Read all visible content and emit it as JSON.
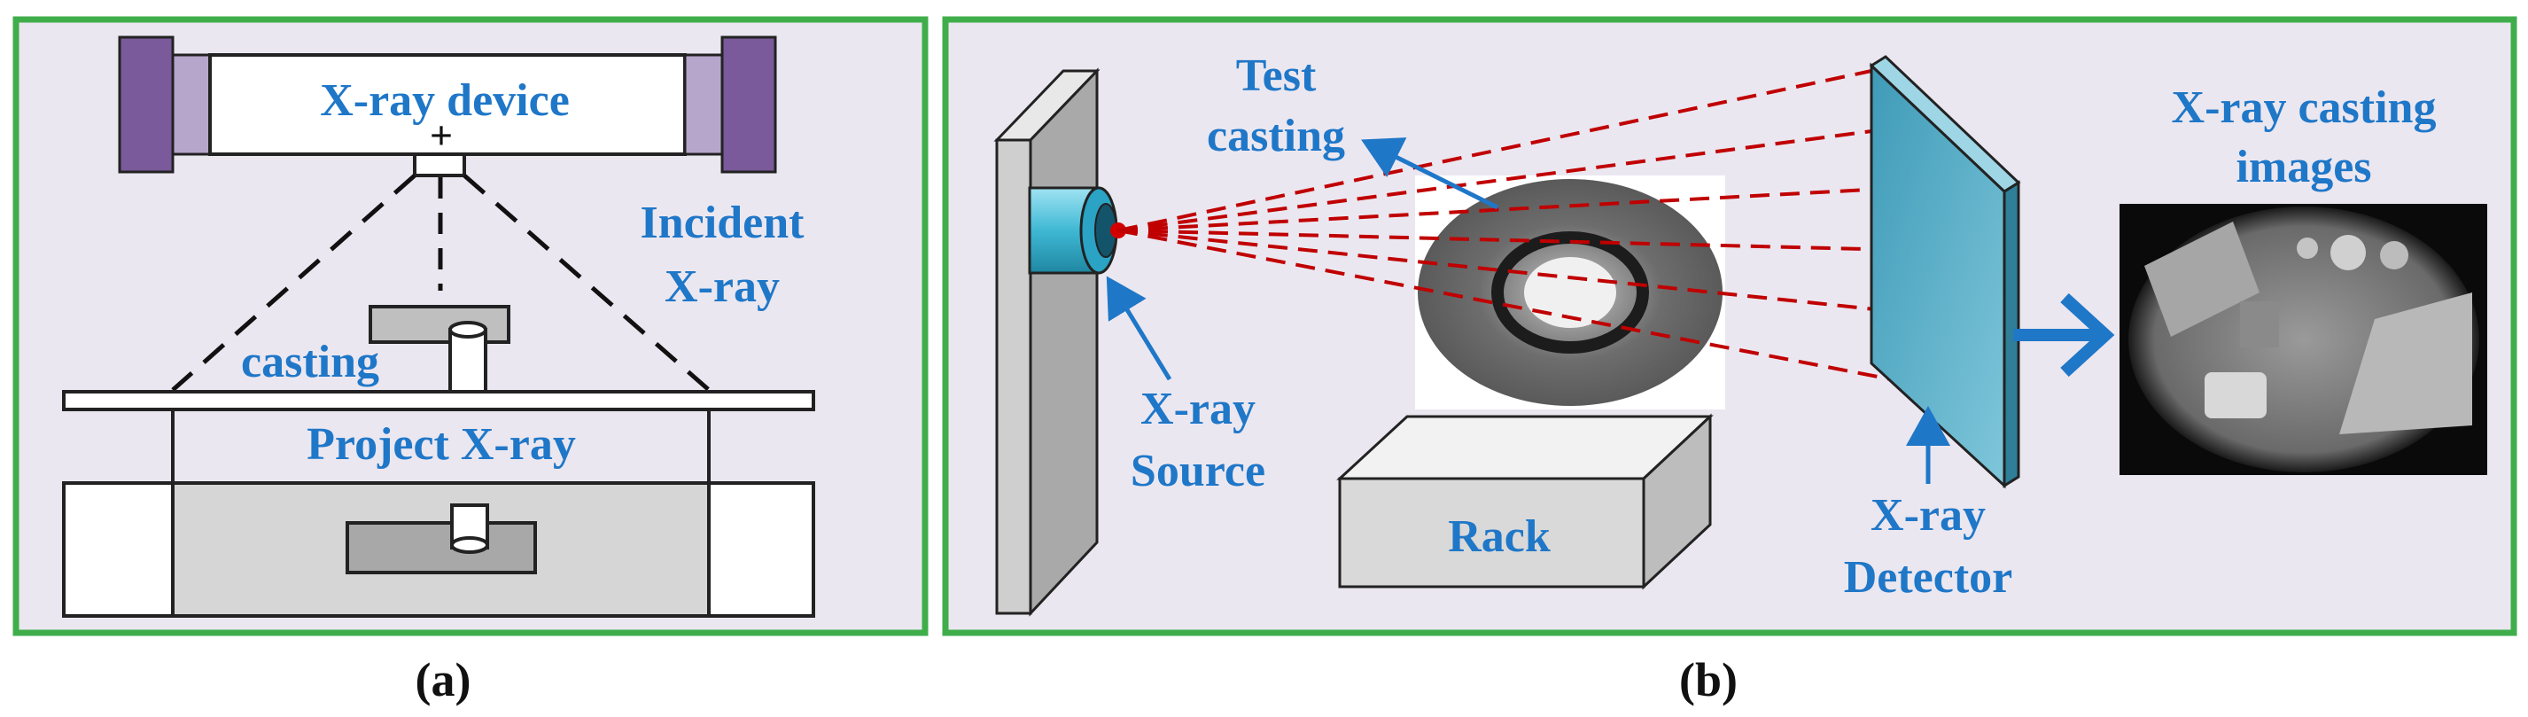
{
  "panel_a": {
    "caption": "(a)",
    "xray_device": "X-ray device",
    "incident_line1": "Incident",
    "incident_line2": "X-ray",
    "casting": "casting",
    "project": "Project X-ray",
    "crosshair": "+"
  },
  "panel_b": {
    "caption": "(b)",
    "test_line1": "Test",
    "test_line2": "casting",
    "source_line1": "X-ray",
    "source_line2": "Source",
    "rack": "Rack",
    "detector_line1": "X-ray",
    "detector_line2": "Detector",
    "images_line1": "X-ray casting",
    "images_line2": "images"
  },
  "colors": {
    "frame_green": "#3fae4a",
    "panel_bg": "#ebe7f0",
    "label_blue": "#1f77c8",
    "beam_red": "#c00000",
    "device_purple": "#7a5a9a",
    "detector_cyan": "#5ab0cc"
  }
}
